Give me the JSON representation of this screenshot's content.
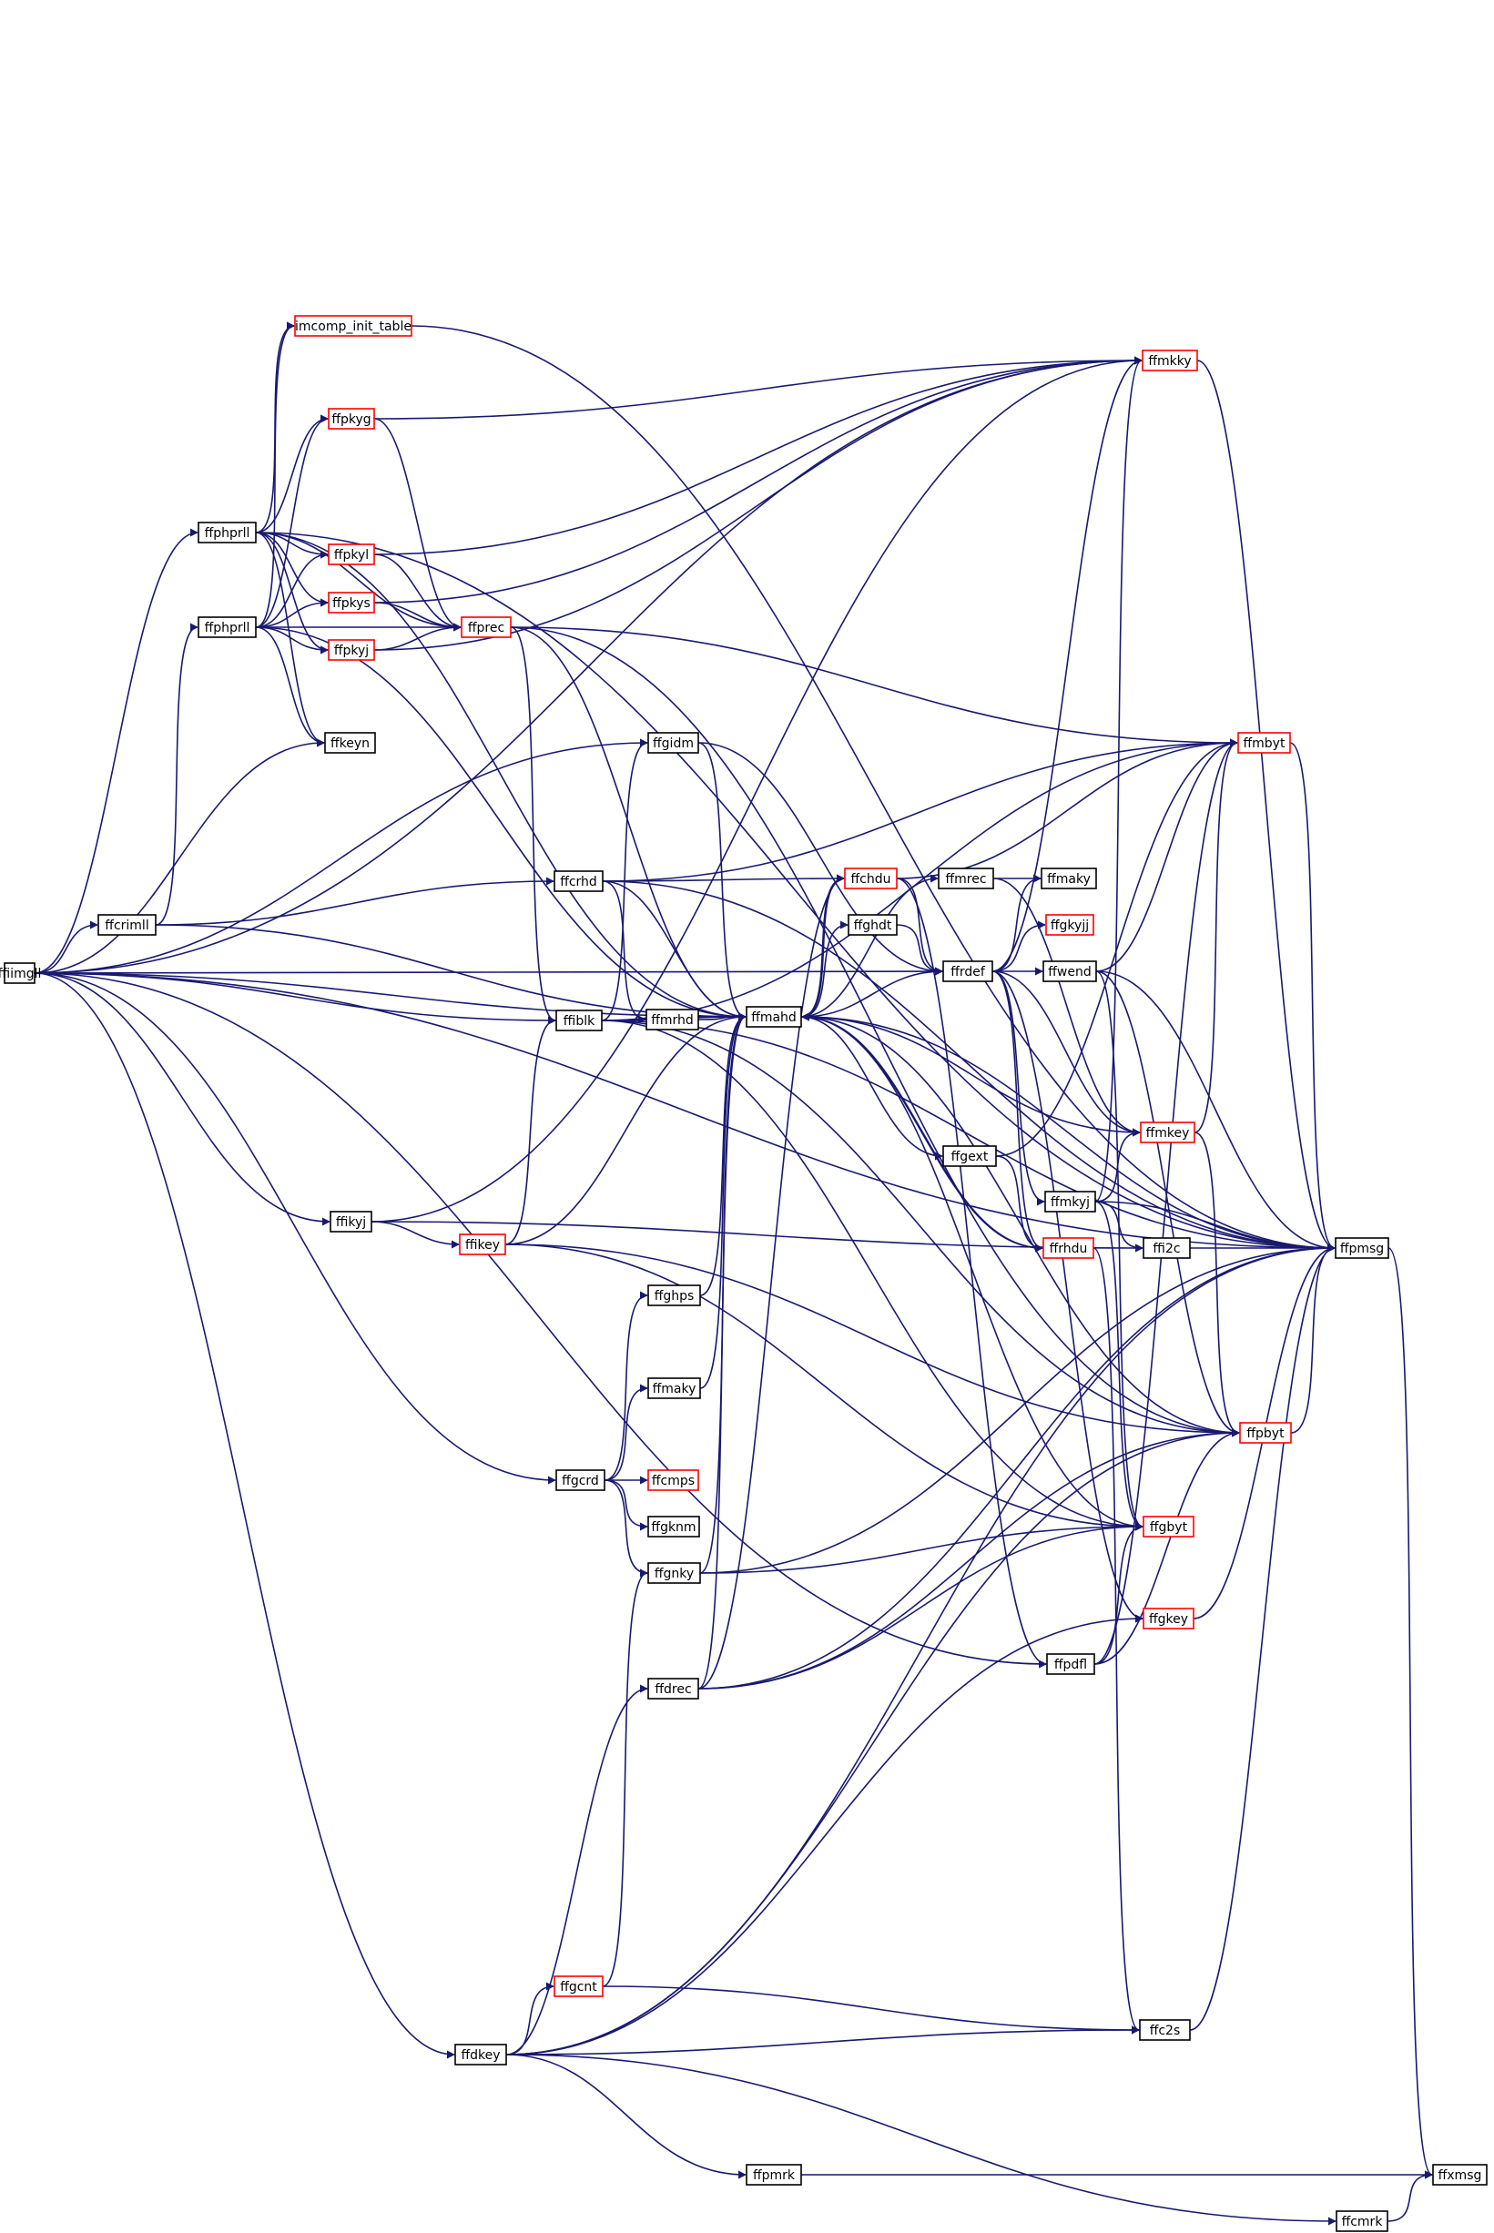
{
  "colors": {
    "edge": "#191970",
    "arrow": "#191970",
    "node_border": "#000000",
    "node_border_partial": "#ff0000",
    "root_fill": "#bfbfbf",
    "node_fill": "#ffffff",
    "text": "#000000"
  },
  "nodes": [
    {
      "id": "ffiimgll",
      "label": "ffiimgll",
      "root": true
    },
    {
      "id": "ffcrimll",
      "label": "ffcrimll"
    },
    {
      "id": "ffphprll_a",
      "label": "ffphprll"
    },
    {
      "id": "ffphprll_b",
      "label": "ffphprll"
    },
    {
      "id": "imcomp_init_table",
      "label": "imcomp_init_table",
      "partial": true
    },
    {
      "id": "ffpkyg",
      "label": "ffpkyg",
      "partial": true
    },
    {
      "id": "ffpkyl",
      "label": "ffpkyl",
      "partial": true
    },
    {
      "id": "ffpkys",
      "label": "ffpkys",
      "partial": true
    },
    {
      "id": "ffpkyj",
      "label": "ffpkyj",
      "partial": true
    },
    {
      "id": "ffprec",
      "label": "ffprec",
      "partial": true
    },
    {
      "id": "ffkeyn",
      "label": "ffkeyn"
    },
    {
      "id": "ffcrhd",
      "label": "ffcrhd"
    },
    {
      "id": "ffiblk",
      "label": "ffiblk"
    },
    {
      "id": "ffikyj",
      "label": "ffikyj"
    },
    {
      "id": "ffikey",
      "label": "ffikey",
      "partial": true
    },
    {
      "id": "ffgidm",
      "label": "ffgidm"
    },
    {
      "id": "ffchdu",
      "label": "ffchdu",
      "partial": true
    },
    {
      "id": "ffghdt",
      "label": "ffghdt"
    },
    {
      "id": "ffmrhd",
      "label": "ffmrhd"
    },
    {
      "id": "ffmahd",
      "label": "ffmahd"
    },
    {
      "id": "ffmrec",
      "label": "ffmrec"
    },
    {
      "id": "ffmaky_a",
      "label": "ffmaky"
    },
    {
      "id": "ffgkyjj",
      "label": "ffgkyjj",
      "partial": true
    },
    {
      "id": "ffrdef",
      "label": "ffrdef"
    },
    {
      "id": "ffwend",
      "label": "ffwend"
    },
    {
      "id": "ffmkky",
      "label": "ffmkky",
      "partial": true
    },
    {
      "id": "ffmbyt",
      "label": "ffmbyt",
      "partial": true
    },
    {
      "id": "ffgext",
      "label": "ffgext"
    },
    {
      "id": "ffmkey",
      "label": "ffmkey",
      "partial": true
    },
    {
      "id": "ffmkyj",
      "label": "ffmkyj"
    },
    {
      "id": "ffrhdu",
      "label": "ffrhdu",
      "partial": true
    },
    {
      "id": "ffi2c",
      "label": "ffi2c"
    },
    {
      "id": "ffpmsg",
      "label": "ffpmsg"
    },
    {
      "id": "ffghps",
      "label": "ffghps"
    },
    {
      "id": "ffmaky_b",
      "label": "ffmaky"
    },
    {
      "id": "ffpbyt",
      "label": "ffpbyt",
      "partial": true
    },
    {
      "id": "ffgcrd",
      "label": "ffgcrd"
    },
    {
      "id": "ffcmps",
      "label": "ffcmps",
      "partial": true
    },
    {
      "id": "ffgknm",
      "label": "ffgknm"
    },
    {
      "id": "ffgnky",
      "label": "ffgnky"
    },
    {
      "id": "ffgbyt",
      "label": "ffgbyt",
      "partial": true
    },
    {
      "id": "ffgkey",
      "label": "ffgkey",
      "partial": true
    },
    {
      "id": "ffpdfl",
      "label": "ffpdfl"
    },
    {
      "id": "ffdrec",
      "label": "ffdrec"
    },
    {
      "id": "ffgcnt",
      "label": "ffgcnt",
      "partial": true
    },
    {
      "id": "ffc2s",
      "label": "ffc2s"
    },
    {
      "id": "ffdkey",
      "label": "ffdkey"
    },
    {
      "id": "ffpmrk",
      "label": "ffpmrk"
    },
    {
      "id": "ffxmsg",
      "label": "ffxmsg"
    },
    {
      "id": "ffcmrk",
      "label": "ffcmrk"
    }
  ],
  "edges": [
    [
      "ffiimgll",
      "ffpmsg"
    ],
    [
      "ffiimgll",
      "ffmkky"
    ],
    [
      "ffiimgll",
      "ffphprll_a"
    ],
    [
      "ffiimgll",
      "ffrdef"
    ],
    [
      "ffiimgll",
      "ffkeyn"
    ],
    [
      "ffiimgll",
      "ffgidm"
    ],
    [
      "ffiimgll",
      "ffcrimll"
    ],
    [
      "ffiimgll",
      "ffiblk"
    ],
    [
      "ffiimgll",
      "ffmahd"
    ],
    [
      "ffiimgll",
      "ffikyj"
    ],
    [
      "ffiimgll",
      "ffgcrd"
    ],
    [
      "ffiimgll",
      "ffpdfl"
    ],
    [
      "ffiimgll",
      "ffdkey"
    ],
    [
      "ffcrimll",
      "ffphprll_b"
    ],
    [
      "ffcrimll",
      "ffcrhd"
    ],
    [
      "ffcrimll",
      "ffmahd"
    ],
    [
      "ffphprll_a",
      "imcomp_init_table"
    ],
    [
      "ffphprll_a",
      "ffpkyg"
    ],
    [
      "ffphprll_a",
      "ffpkyl"
    ],
    [
      "ffphprll_a",
      "ffpkys"
    ],
    [
      "ffphprll_a",
      "ffpkyj"
    ],
    [
      "ffphprll_a",
      "ffprec"
    ],
    [
      "ffphprll_a",
      "ffkeyn"
    ],
    [
      "ffphprll_a",
      "ffpmsg"
    ],
    [
      "ffphprll_a",
      "ffmahd"
    ],
    [
      "ffphprll_b",
      "imcomp_init_table"
    ],
    [
      "ffphprll_b",
      "ffpkyg"
    ],
    [
      "ffphprll_b",
      "ffpkyl"
    ],
    [
      "ffphprll_b",
      "ffpkys"
    ],
    [
      "ffphprll_b",
      "ffpkyj"
    ],
    [
      "ffphprll_b",
      "ffprec"
    ],
    [
      "ffphprll_b",
      "ffkeyn"
    ],
    [
      "ffphprll_b",
      "ffmahd"
    ],
    [
      "imcomp_init_table",
      "ffpmsg"
    ],
    [
      "ffpkyg",
      "ffprec"
    ],
    [
      "ffpkyg",
      "ffmkky"
    ],
    [
      "ffpkyl",
      "ffprec"
    ],
    [
      "ffpkyl",
      "ffmkky"
    ],
    [
      "ffpkys",
      "ffprec"
    ],
    [
      "ffpkys",
      "ffmkky"
    ],
    [
      "ffpkyj",
      "ffprec"
    ],
    [
      "ffpkyj",
      "ffmkky"
    ],
    [
      "ffprec",
      "ffmbyt"
    ],
    [
      "ffprec",
      "ffiblk"
    ],
    [
      "ffprec",
      "ffmahd"
    ],
    [
      "ffprec",
      "ffpbyt"
    ],
    [
      "ffcrhd",
      "ffchdu"
    ],
    [
      "ffcrhd",
      "ffmahd"
    ],
    [
      "ffcrhd",
      "ffmrhd"
    ],
    [
      "ffcrhd",
      "ffmbyt"
    ],
    [
      "ffcrhd",
      "ffpmsg"
    ],
    [
      "ffiblk",
      "ffgidm"
    ],
    [
      "ffiblk",
      "ffmrhd"
    ],
    [
      "ffiblk",
      "ffmahd"
    ],
    [
      "ffiblk",
      "ffmbyt"
    ],
    [
      "ffiblk",
      "ffgbyt"
    ],
    [
      "ffiblk",
      "ffpbyt"
    ],
    [
      "ffiblk",
      "ffpmsg"
    ],
    [
      "ffikyj",
      "ffikey"
    ],
    [
      "ffikyj",
      "ffmkky"
    ],
    [
      "ffikyj",
      "ffi2c"
    ],
    [
      "ffikey",
      "ffiblk"
    ],
    [
      "ffikey",
      "ffmahd"
    ],
    [
      "ffikey",
      "ffgbyt"
    ],
    [
      "ffikey",
      "ffpbyt"
    ],
    [
      "ffgidm",
      "ffmahd"
    ],
    [
      "ffgidm",
      "ffrdef"
    ],
    [
      "ffmrhd",
      "ffmahd"
    ],
    [
      "ffchdu",
      "ffmahd"
    ],
    [
      "ffchdu",
      "ffrdef"
    ],
    [
      "ffchdu",
      "ffpdfl"
    ],
    [
      "ffchdu",
      "ffmbyt"
    ],
    [
      "ffghdt",
      "ffrdef"
    ],
    [
      "ffmahd",
      "ffchdu"
    ],
    [
      "ffmahd",
      "ffghdt"
    ],
    [
      "ffmahd",
      "ffgext"
    ],
    [
      "ffmahd",
      "ffrhdu"
    ],
    [
      "ffmahd",
      "ffpmsg"
    ],
    [
      "ffmahd",
      "ffmrec"
    ],
    [
      "ffmrec",
      "ffmaky_a"
    ],
    [
      "ffmrec",
      "ffmkey"
    ],
    [
      "ffrdef",
      "ffmahd"
    ],
    [
      "ffrdef",
      "ffmaky_a"
    ],
    [
      "ffrdef",
      "ffgkyjj"
    ],
    [
      "ffrdef",
      "ffwend"
    ],
    [
      "ffrdef",
      "ffmkky"
    ],
    [
      "ffrdef",
      "ffmkey"
    ],
    [
      "ffrdef",
      "ffmkyj"
    ],
    [
      "ffrdef",
      "ffrhdu"
    ],
    [
      "ffrdef",
      "ffgkey"
    ],
    [
      "ffwend",
      "ffmbyt"
    ],
    [
      "ffwend",
      "ffpmsg"
    ],
    [
      "ffwend",
      "ffpbyt"
    ],
    [
      "ffwend",
      "ffgbyt"
    ],
    [
      "ffmkky",
      "ffpmsg"
    ],
    [
      "ffmbyt",
      "ffpmsg"
    ],
    [
      "ffgext",
      "ffmbyt"
    ],
    [
      "ffgext",
      "ffrhdu"
    ],
    [
      "ffmkey",
      "ffmahd"
    ],
    [
      "ffmkey",
      "ffmbyt"
    ],
    [
      "ffmkey",
      "ffpbyt"
    ],
    [
      "ffmkyj",
      "ffmkky"
    ],
    [
      "ffmkyj",
      "ffmkey"
    ],
    [
      "ffmkyj",
      "ffi2c"
    ],
    [
      "ffmkyj",
      "ffpmsg"
    ],
    [
      "ffmkyj",
      "ffgbyt"
    ],
    [
      "ffrhdu",
      "ffmahd"
    ],
    [
      "ffrhdu",
      "ffc2s"
    ],
    [
      "ffi2c",
      "ffpmsg"
    ],
    [
      "ffghps",
      "ffmahd"
    ],
    [
      "ffmaky_b",
      "ffmahd"
    ],
    [
      "ffpbyt",
      "ffpmsg"
    ],
    [
      "ffpbyt",
      "ffmahd"
    ],
    [
      "ffgcrd",
      "ffghps"
    ],
    [
      "ffgcrd",
      "ffmaky_b"
    ],
    [
      "ffgcrd",
      "ffcmps"
    ],
    [
      "ffgcrd",
      "ffgknm"
    ],
    [
      "ffgcrd",
      "ffgnky"
    ],
    [
      "ffgnky",
      "ffmahd"
    ],
    [
      "ffgnky",
      "ffgbyt"
    ],
    [
      "ffgnky",
      "ffpmsg"
    ],
    [
      "ffgbyt",
      "ffmahd"
    ],
    [
      "ffgkey",
      "ffpmsg"
    ],
    [
      "ffpdfl",
      "ffmbyt"
    ],
    [
      "ffpdfl",
      "ffpbyt"
    ],
    [
      "ffpdfl",
      "ffgbyt"
    ],
    [
      "ffdrec",
      "ffmahd"
    ],
    [
      "ffdrec",
      "ffchdu"
    ],
    [
      "ffdrec",
      "ffgbyt"
    ],
    [
      "ffdrec",
      "ffpbyt"
    ],
    [
      "ffdrec",
      "ffpmsg"
    ],
    [
      "ffgcnt",
      "ffgnky"
    ],
    [
      "ffgcnt",
      "ffc2s"
    ],
    [
      "ffc2s",
      "ffpmsg"
    ],
    [
      "ffdkey",
      "ffgcnt"
    ],
    [
      "ffdkey",
      "ffdrec"
    ],
    [
      "ffdkey",
      "ffgkey"
    ],
    [
      "ffdkey",
      "ffc2s"
    ],
    [
      "ffdkey",
      "ffpmsg"
    ],
    [
      "ffdkey",
      "ffpbyt"
    ],
    [
      "ffdkey",
      "ffpmrk"
    ],
    [
      "ffdkey",
      "ffcmrk"
    ],
    [
      "ffpmrk",
      "ffxmsg"
    ],
    [
      "ffcmrk",
      "ffxmsg"
    ],
    [
      "ffpmsg",
      "ffxmsg"
    ]
  ]
}
